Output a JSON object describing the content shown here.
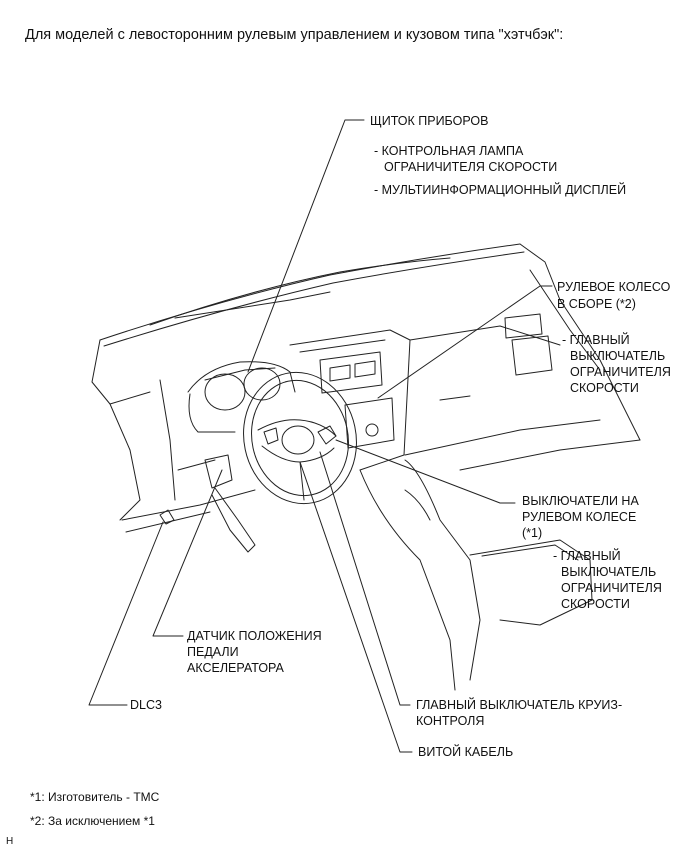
{
  "heading": "Для моделей с левосторонним рулевым управлением и кузовом типа \"хэтчбэк\":",
  "labels": {
    "instrument_panel": "ЩИТОК ПРИБОРОВ",
    "ip_sub1_l1": "- КОНТРОЛЬНАЯ ЛАМПА",
    "ip_sub1_l2": "ОГРАНИЧИТЕЛЯ СКОРОСТИ",
    "ip_sub2": "- МУЛЬТИИНФОРМАЦИОННЫЙ ДИСПЛЕЙ",
    "steering_wheel_l1": "РУЛЕВОЕ КОЛЕСО",
    "steering_wheel_l2": "В СБОРЕ (*2)",
    "sw_sub_l1": "- ГЛАВНЫЙ",
    "sw_sub_l2": "ВЫКЛЮЧАТЕЛЬ",
    "sw_sub_l3": "ОГРАНИЧИТЕЛЯ",
    "sw_sub_l4": "СКОРОСТИ",
    "wheel_switches_l1": "ВЫКЛЮЧАТЕЛИ НА",
    "wheel_switches_l2": "РУЛЕВОМ КОЛЕСЕ",
    "wheel_switches_l3": "(*1)",
    "ws_sub_l1": "- ГЛАВНЫЙ",
    "ws_sub_l2": "ВЫКЛЮЧАТЕЛЬ",
    "ws_sub_l3": "ОГРАНИЧИТЕЛЯ",
    "ws_sub_l4": "СКОРОСТИ",
    "pedal_sensor_l1": "ДАТЧИК ПОЛОЖЕНИЯ",
    "pedal_sensor_l2": "ПЕДАЛИ",
    "pedal_sensor_l3": "АКСЕЛЕРАТОРА",
    "dlc3": "DLC3",
    "cruise_switch_l1": "ГЛАВНЫЙ ВЫКЛЮЧАТЕЛЬ КРУИЗ-",
    "cruise_switch_l2": "КОНТРОЛЯ",
    "spiral_cable": "ВИТОЙ КАБЕЛЬ"
  },
  "footnotes": {
    "note1": "*1: Изготовитель - TMC",
    "note2": "*2: За исключением *1"
  },
  "corner_mark": "H"
}
